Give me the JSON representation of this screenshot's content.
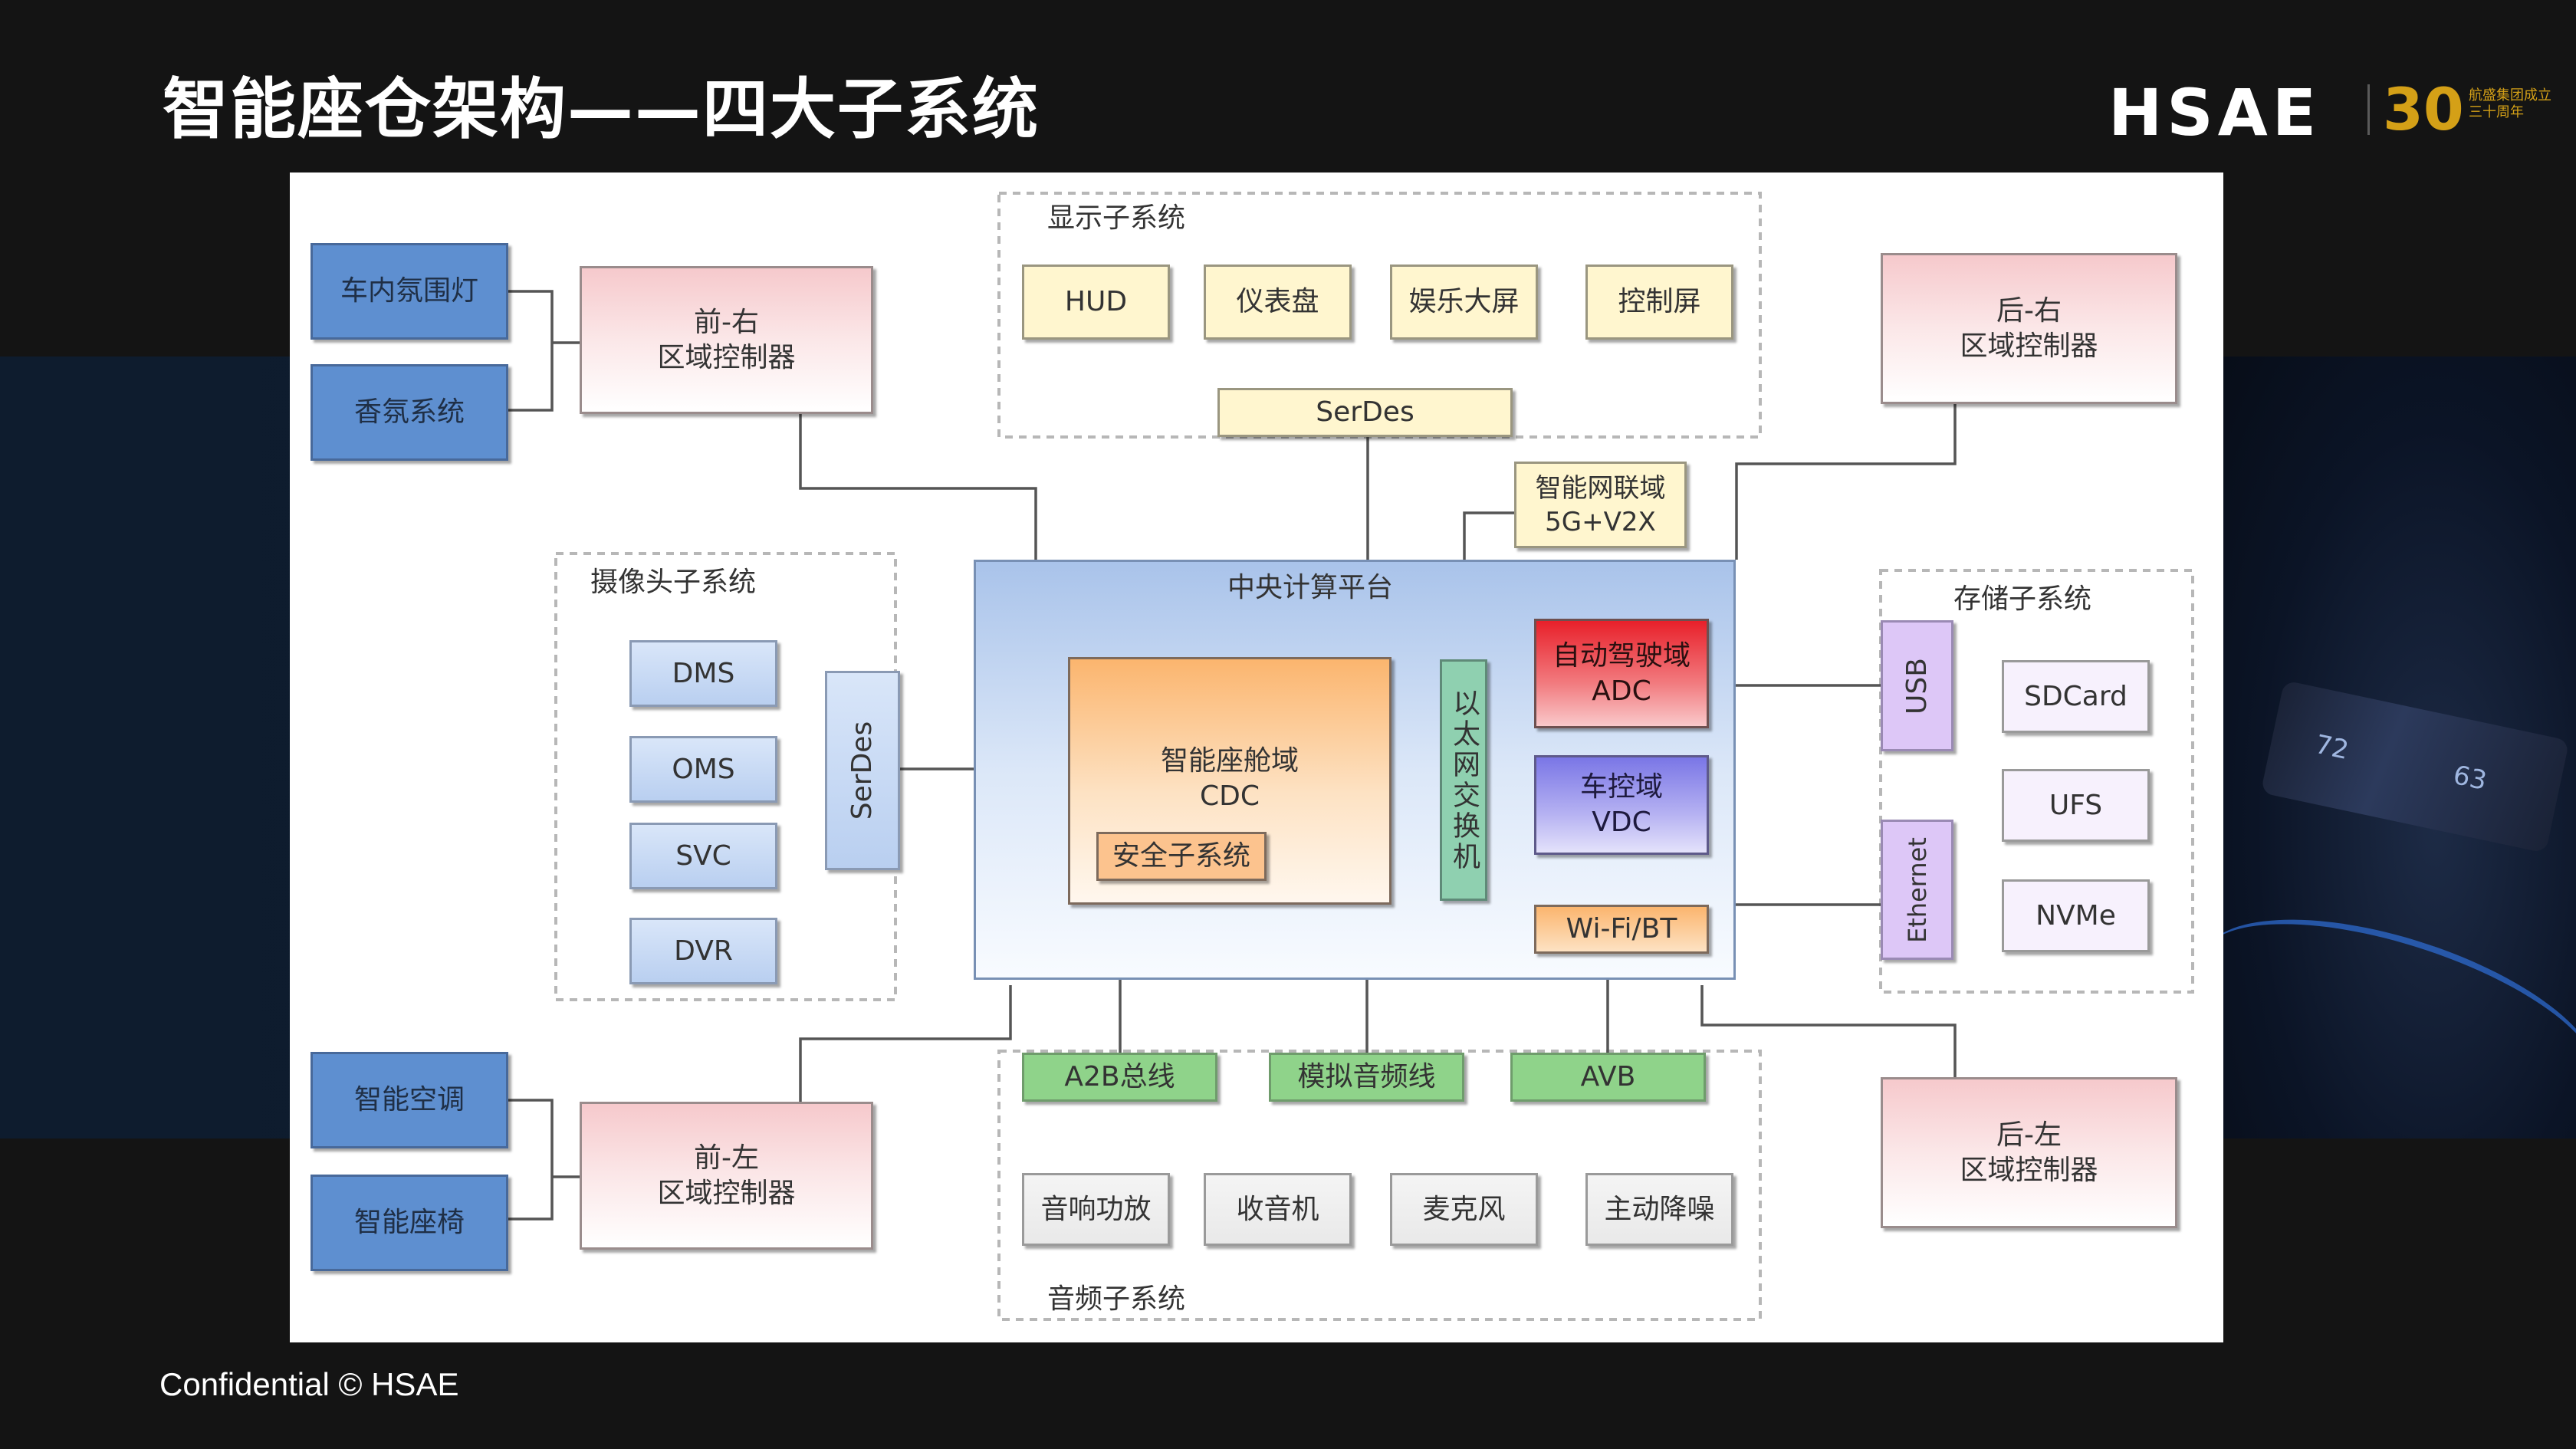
{
  "slide": {
    "title": "智能座仓架构——四大子系统",
    "logo": "HSAE",
    "badge_number": "30",
    "badge_caption": "航盛集团成立三十周年",
    "footer": "Confidential © HSAE"
  },
  "car_art": {
    "gauge_a": "72",
    "gauge_b": "63"
  },
  "diagram": {
    "display_group": "显示子系统",
    "display_items": [
      "HUD",
      "仪表盘",
      "娱乐大屏",
      "控制屏"
    ],
    "display_serdes": "SerDes",
    "camera_group": "摄像头子系统",
    "camera_items": [
      "DMS",
      "OMS",
      "SVC",
      "DVR"
    ],
    "camera_serdes": "SerDes",
    "storage_group": "存储子系统",
    "storage_usb": "USB",
    "storage_ethernet": "Ethernet",
    "storage_items": [
      "SDCard",
      "UFS",
      "NVMe"
    ],
    "audio_group": "音频子系统",
    "audio_buses": [
      "A2B总线",
      "模拟音频线",
      "AVB"
    ],
    "audio_items": [
      "音响功放",
      "收音机",
      "麦克风",
      "主动降噪"
    ],
    "zone_front_right": "前-右\n区域控制器",
    "zone_front_left": "前-左\n区域控制器",
    "zone_rear_right": "后-右\n区域控制器",
    "zone_rear_left": "后-左\n区域控制器",
    "front_right_devices": [
      "车内氛围灯",
      "香氛系统"
    ],
    "front_left_devices": [
      "智能空调",
      "智能座椅"
    ],
    "v2x": "智能网联域\n5G+V2X",
    "central_platform": "中央计算平台",
    "cdc": "智能座舱域\nCDC",
    "security": "安全子系统",
    "ethernet_switch": "以太网交换机",
    "adc": "自动驾驶域\nADC",
    "vdc": "车控域\nVDC",
    "wifi_bt": "Wi-Fi/BT"
  }
}
